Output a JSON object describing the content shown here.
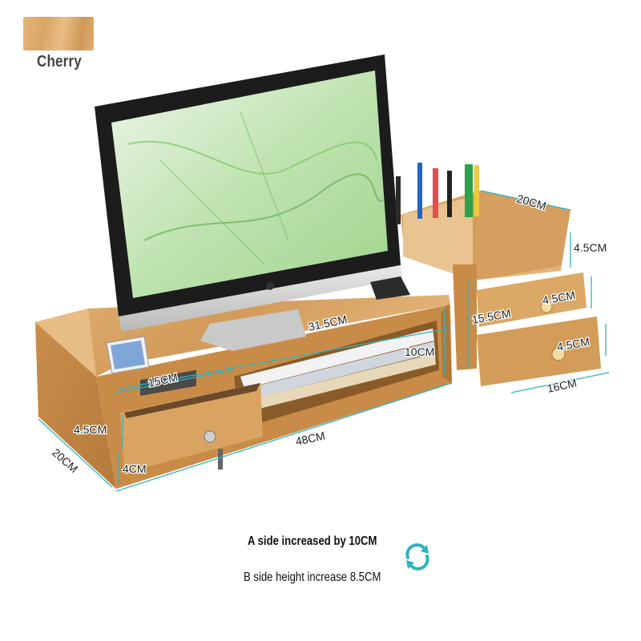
{
  "swatch": {
    "label": "Cherry",
    "color": "#dcaa6a"
  },
  "dimensions": {
    "monitor_shelf_width": "31.5CM",
    "shelf_height": "10CM",
    "left_compartment_width": "15CM",
    "total_length": "48CM",
    "depth": "20CM",
    "drawer_height": "4.5CM",
    "base_height": "4CM",
    "organizer_depth": "20CM",
    "pen_holder_height": "4.5CM",
    "organizer_height": "15.5CM",
    "upper_drawer_height": "4.5CM",
    "lower_drawer_height": "4.5CM",
    "organizer_width": "16CM"
  },
  "captions": {
    "a_side": "A side increased by 10CM",
    "b_side": "B side height increase 8.5CM"
  },
  "colors": {
    "wood_light": "#dcaa6a",
    "wood_dark": "#b97f3f",
    "dimension_line": "#2fb3bf",
    "screen_green": "#7cc46a"
  },
  "icons": [
    "rotate-icon"
  ]
}
